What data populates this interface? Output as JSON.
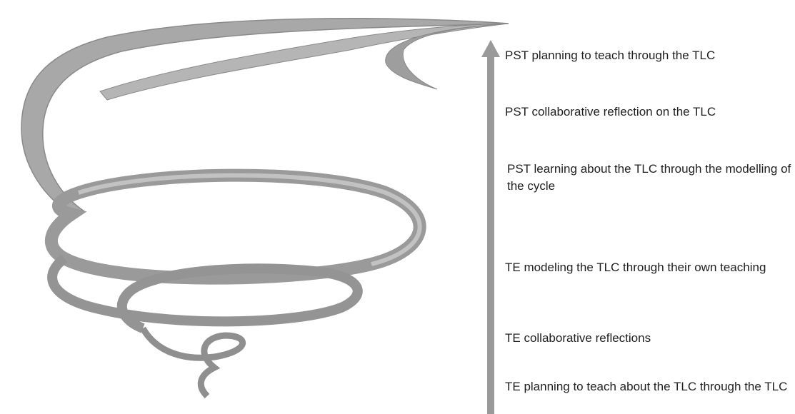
{
  "diagram": {
    "stages": [
      "PST planning to teach through the TLC",
      "PST collaborative reflection on the TLC",
      "PST learning about the TLC through the modelling of the cycle",
      "TE modeling the TLC through their own teaching",
      "TE collaborative reflections",
      "TE planning to teach about the TLC through the TLC"
    ],
    "colors": {
      "ribbon_dark": "#8c8c8c",
      "ribbon_mid": "#a6a6a6",
      "ribbon_light": "#c4c4c4",
      "arrow": "#9a9a9a",
      "text": "#1f1f1f"
    },
    "icons": {
      "spiral": "spiral-ribbon-icon",
      "arrow": "upward-arrow-icon"
    }
  }
}
